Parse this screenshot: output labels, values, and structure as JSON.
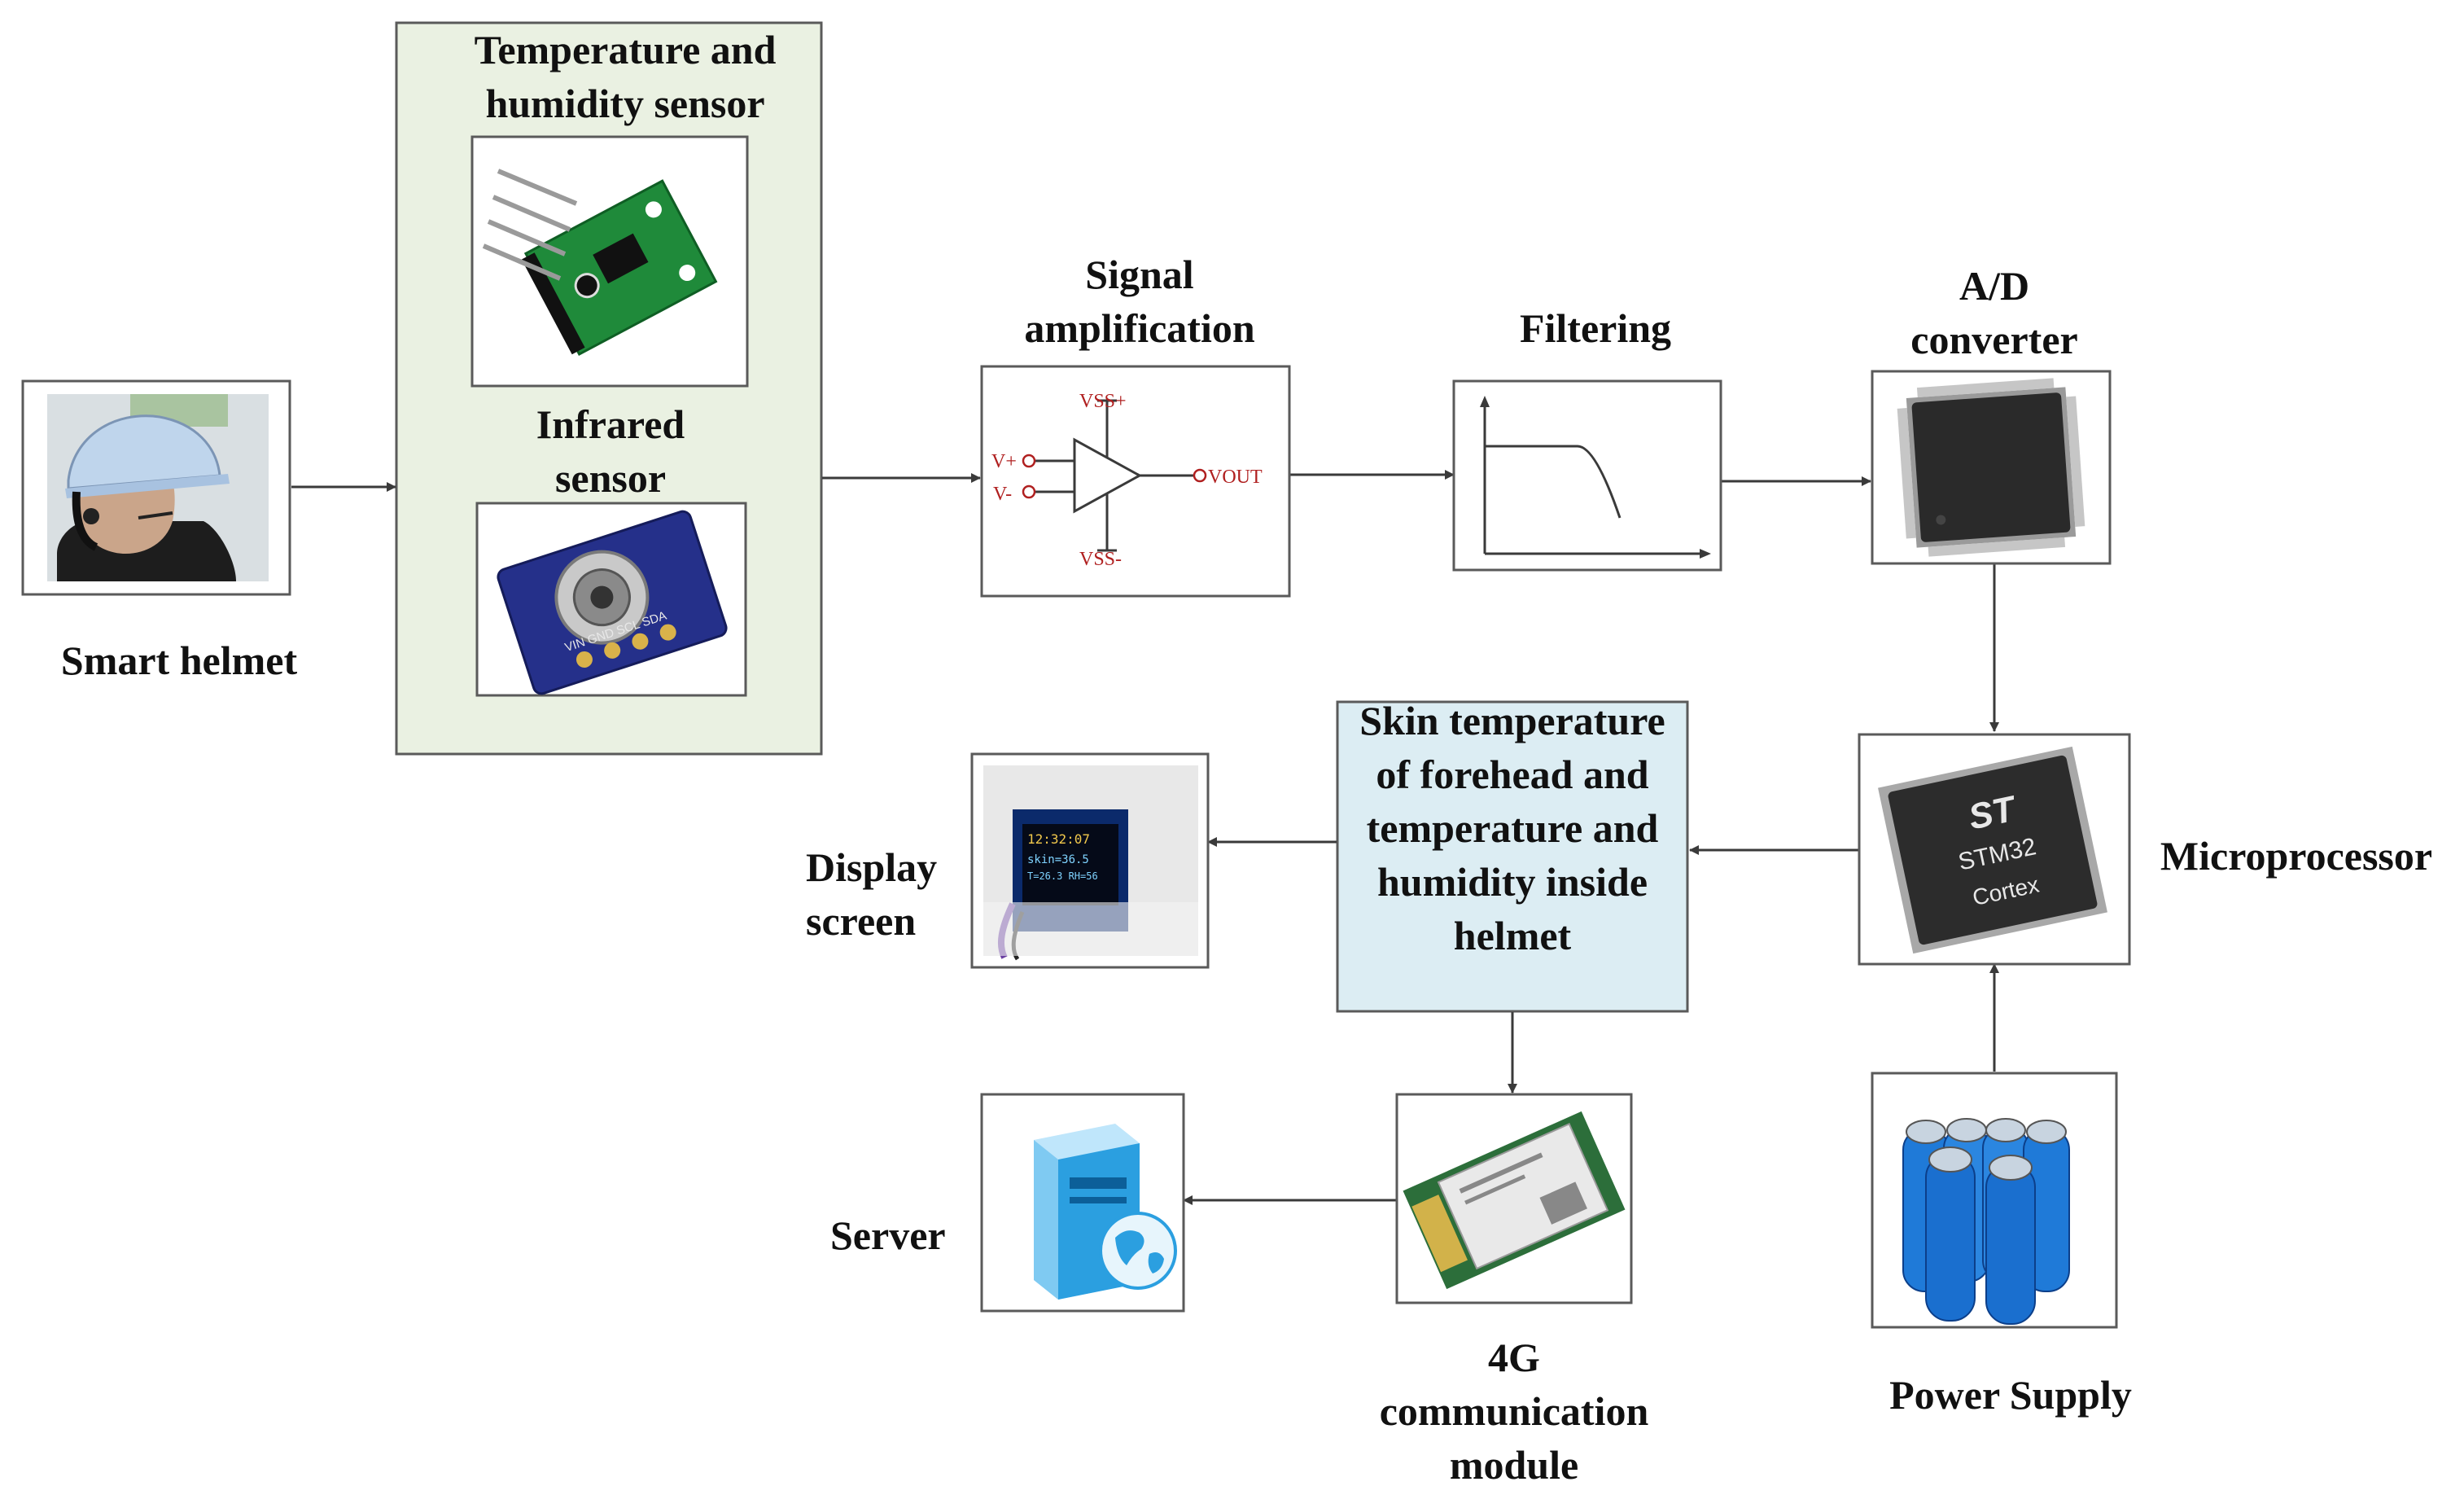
{
  "sensors_group": {
    "temp_humidity_label": "Temperature and humidity sensor",
    "infrared_label": "Infrared sensor"
  },
  "blocks": {
    "smart_helmet": "Smart helmet",
    "signal_amplification": "Signal amplification",
    "filtering": "Filtering",
    "ad_converter": "A/D converter",
    "microprocessor": "Microprocessor",
    "power_supply": "Power Supply",
    "data_box": "Skin temperature of forehead and temperature and humidity inside helmet",
    "display_screen": "Display screen",
    "comm_module": "4G communication module",
    "server": "Server"
  },
  "opamp": {
    "vss_plus": "VSS+",
    "vss_minus": "VSS-",
    "v_plus": "V+",
    "v_minus": "V-",
    "vout": "VOUT"
  },
  "sensor_pins": {
    "ir_pins": "VIN GND SCL SDA"
  },
  "mcu_marking": {
    "brand": "ST",
    "model": "STM32",
    "core": "Cortex"
  },
  "display_readout": {
    "line1": "12:32:07",
    "line2": "skin=36.5",
    "line3": "T=26.3 RH=56"
  },
  "colors": {
    "sensor_group_fill": "#eaf1e2",
    "data_box_fill": "#dcedf3",
    "opamp_red": "#b02020",
    "line": "#3a3a3a"
  }
}
